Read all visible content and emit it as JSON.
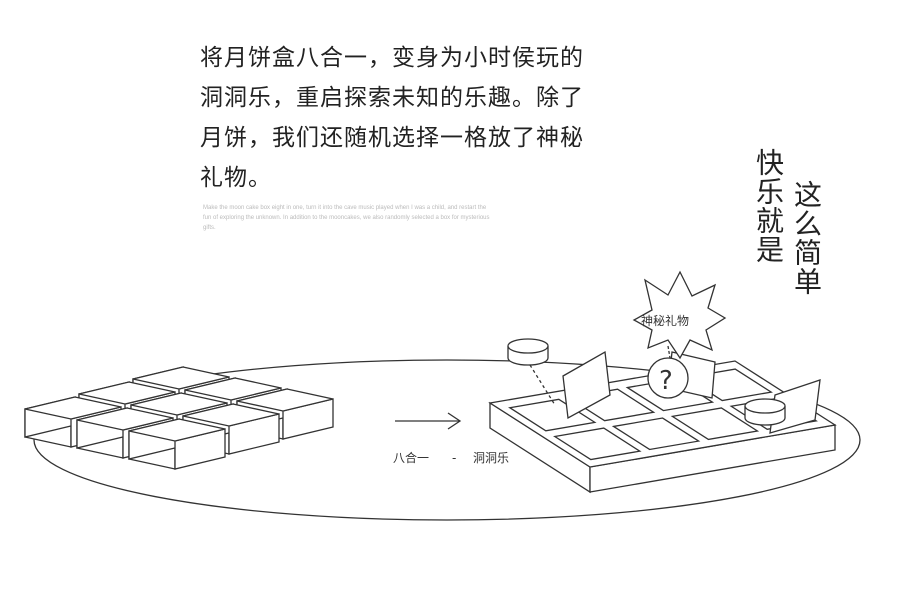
{
  "intro": {
    "lines": [
      "将月饼盒八合一，变身为小时侯玩的",
      "洞洞乐，重启探索未知的乐趣。除了",
      "月饼，我们还随机选择一格放了神秘",
      "礼物。"
    ],
    "english": "Make the moon cake box eight in one, turn it into the cave music played when I was a child, and restart the fun of exploring the unknown. In addition to the mooncakes, we also randomly selected a box for mysterious gifts."
  },
  "slogan": {
    "line1": "快乐就是",
    "line2": "这么简单"
  },
  "illustration": {
    "caption_left": "八合一",
    "caption_sep": "-",
    "caption_right": "洞洞乐",
    "burst_label": "神秘礼物",
    "question_mark": "?"
  }
}
